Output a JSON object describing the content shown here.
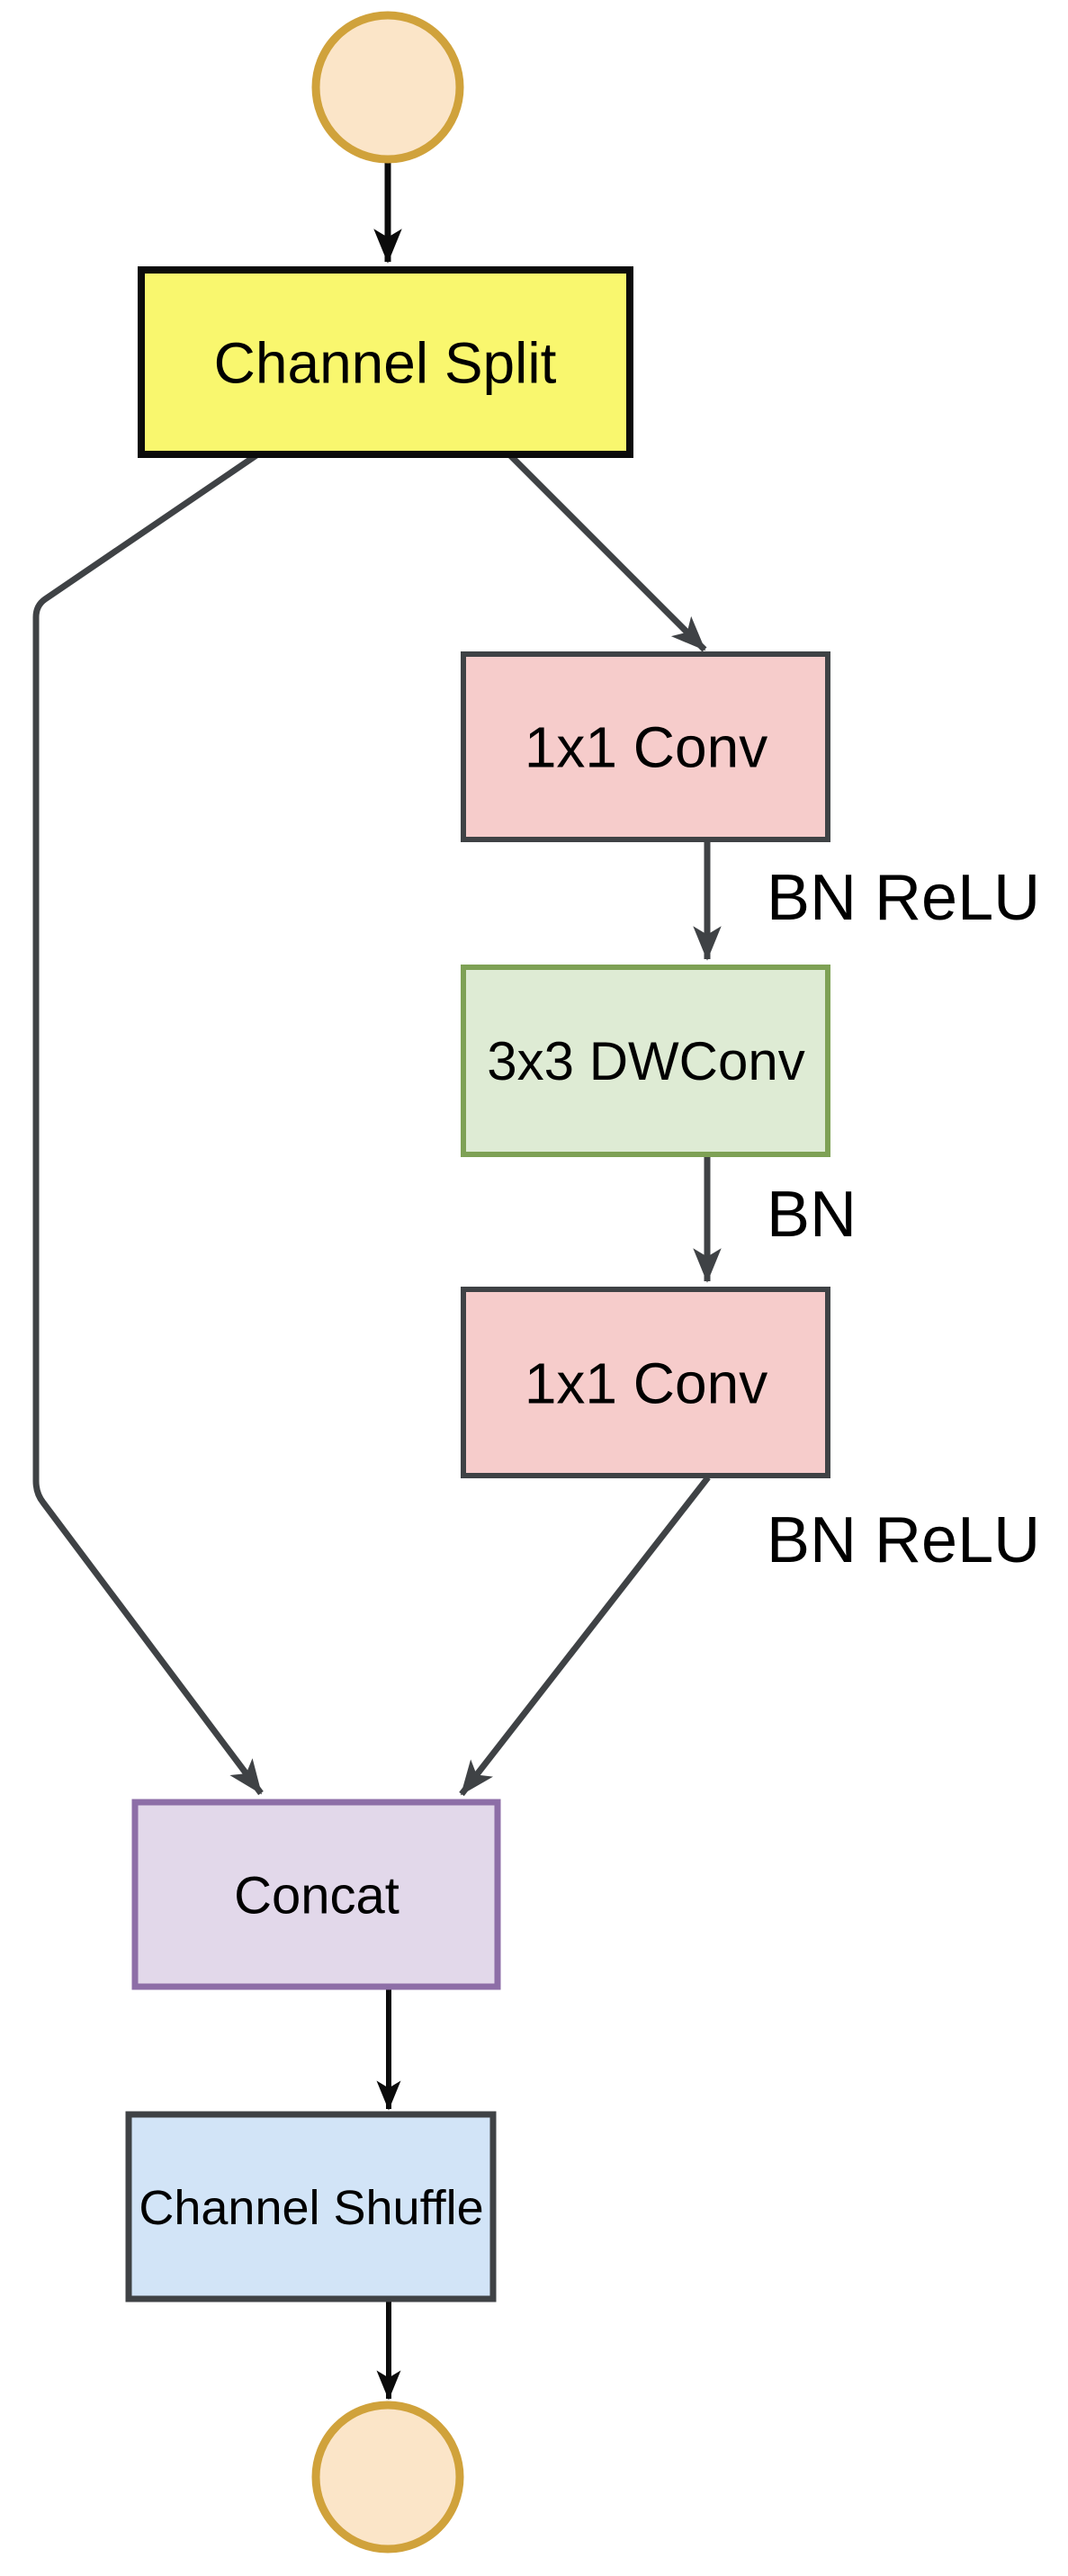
{
  "background": "#FFFFFF",
  "text_color": "#000000",
  "arrows": {
    "black": "#0B0B0B",
    "gray": "#3F4245"
  },
  "nodes": {
    "input": {
      "shape": "circle",
      "fill": "#FBE5C8",
      "stroke": "#D0A23B"
    },
    "channel_split": {
      "label": "Channel Split",
      "fill": "#F9F76E",
      "stroke": "#0B0B0B"
    },
    "conv1": {
      "label": "1x1 Conv",
      "fill": "#F6CCCB",
      "stroke": "#3F4245"
    },
    "dwconv": {
      "label": "3x3 DWConv",
      "fill": "#DEEBD4",
      "stroke": "#7EA155"
    },
    "conv2": {
      "label": "1x1 Conv",
      "fill": "#F6CCCB",
      "stroke": "#3F4245"
    },
    "concat": {
      "label": "Concat",
      "fill": "#E2D8EA",
      "stroke": "#8D6EA7"
    },
    "channel_shuffle": {
      "label": "Channel Shuffle",
      "fill": "#D2E4F7",
      "stroke": "#3F4245"
    },
    "output": {
      "shape": "circle",
      "fill": "#FBE5C8",
      "stroke": "#D0A23B"
    }
  },
  "edge_labels": {
    "bn_relu_after_conv1": "BN ReLU",
    "bn_after_dwconv": "BN",
    "bn_relu_after_conv2": "BN ReLU"
  }
}
